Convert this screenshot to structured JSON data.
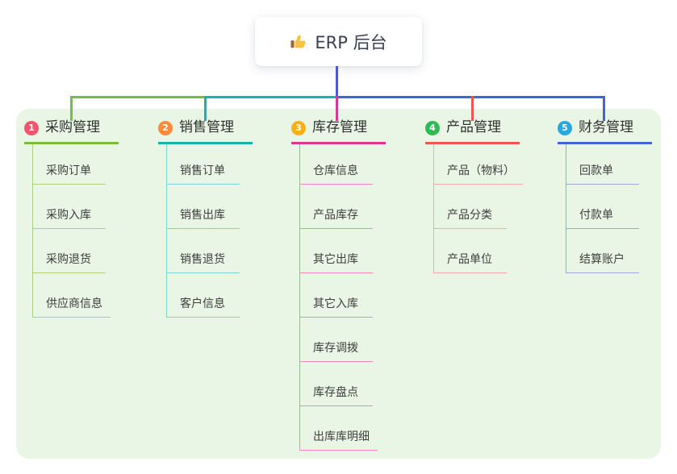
{
  "root": {
    "label": "ERP 后台",
    "icon": "thumbs-up-icon"
  },
  "diagram": {
    "type": "mindmap",
    "background_color": "#EAF6E5",
    "root_connector_color": "#4D5BD0"
  },
  "branches": [
    {
      "num": "1",
      "title": "采购管理",
      "line_color": "#7CBB3F",
      "child_line_color": "#A9D27E",
      "badge_color": "#F2556B",
      "children": [
        "采购订单",
        "采购入库",
        "采购退货",
        "供应商信息"
      ]
    },
    {
      "num": "2",
      "title": "销售管理",
      "line_color": "#14B3AB",
      "child_line_color": "#7DD5CF",
      "badge_color": "#F98B3C",
      "children": [
        "销售订单",
        "销售出库",
        "销售退货",
        "客户信息"
      ]
    },
    {
      "num": "3",
      "title": "库存管理",
      "line_color": "#DE3492",
      "child_line_color": "#F087C1",
      "badge_color": "#FBB116",
      "children": [
        "仓库信息",
        "产品库存",
        "其它出库",
        "其它入库",
        "库存调拨",
        "库存盘点",
        "出库库明细"
      ]
    },
    {
      "num": "4",
      "title": "产品管理",
      "line_color": "#F45350",
      "child_line_color": "#F9A8A3",
      "badge_color": "#2FBA53",
      "children": [
        "产品（物料）",
        "产品分类",
        "产品单位"
      ]
    },
    {
      "num": "5",
      "title": "财务管理",
      "line_color": "#4065D9",
      "child_line_color": "#93A9DF",
      "badge_color": "#2BA6E2",
      "children": [
        "回款单",
        "付款单",
        "结算账户"
      ]
    }
  ]
}
